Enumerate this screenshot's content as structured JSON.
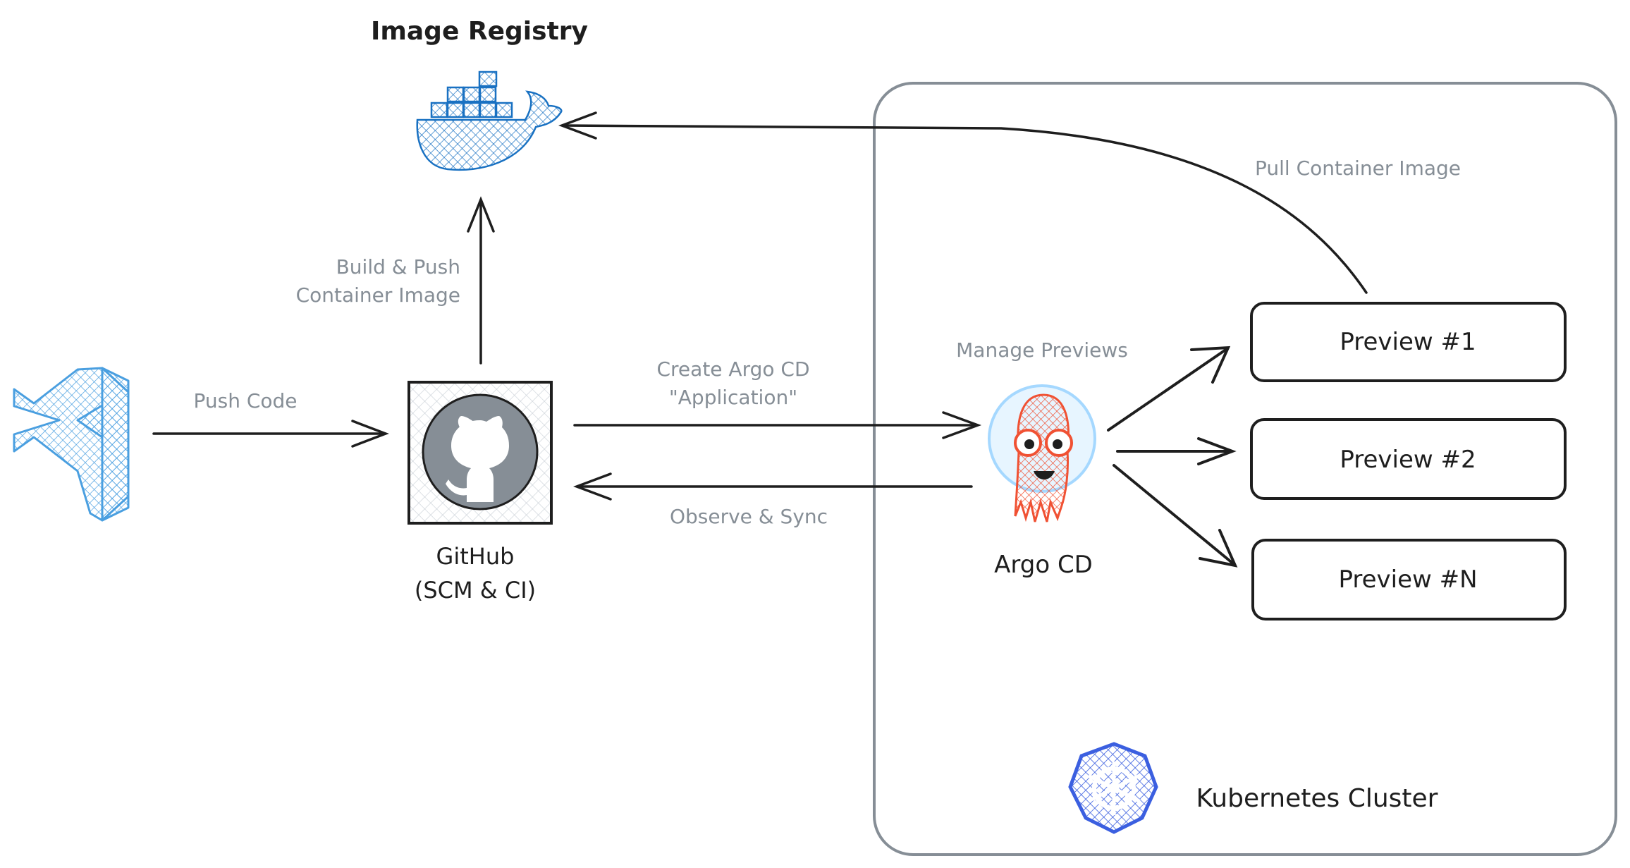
{
  "title": "Image Registry",
  "colors": {
    "stroke": "#1e1e1e",
    "muted": "#868e96",
    "cluster_border": "#868e96",
    "docker_blue": "#1971c2",
    "vscode_blue": "#4a9fe0",
    "github_gray": "#868e96",
    "argo_orange": "#f05133",
    "k8s_blue": "#3b5fe0"
  },
  "icons": {
    "editor": "vscode-icon",
    "registry": "docker-whale-icon",
    "scm": "github-octocat-icon",
    "cd": "argo-octopus-icon",
    "cluster": "kubernetes-helm-icon"
  },
  "labels": {
    "push_code": "Push Code",
    "build_push_1": "Build & Push",
    "build_push_2": "Container Image",
    "github_1": "GitHub",
    "github_2": "(SCM & CI)",
    "create_app_1": "Create Argo CD",
    "create_app_2": "\"Application\"",
    "observe_sync": "Observe & Sync",
    "manage_previews": "Manage Previews",
    "argo_cd": "Argo CD",
    "pull_image": "Pull Container Image",
    "kubernetes_cluster": "Kubernetes Cluster"
  },
  "previews": [
    "Preview #1",
    "Preview #2",
    "Preview #N"
  ]
}
